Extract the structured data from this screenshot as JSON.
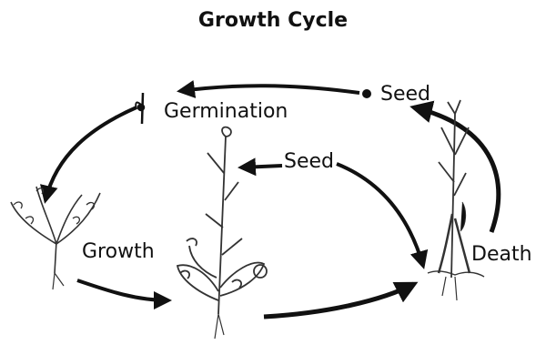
{
  "diagram": {
    "title": "Growth Cycle",
    "stages": {
      "seed_top": "Seed",
      "germination": "Germination",
      "seed_mid": "Seed",
      "growth": "Growth",
      "death": "Death"
    }
  }
}
